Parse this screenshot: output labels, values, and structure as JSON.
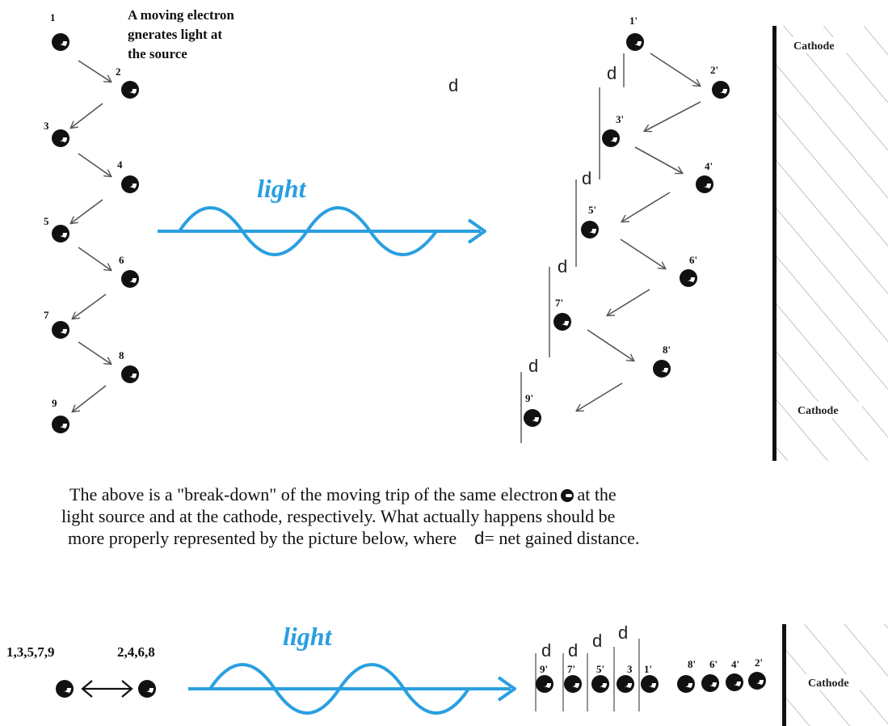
{
  "top_note": [
    "A moving electron",
    "gnerates light at",
    "the source"
  ],
  "source_labels": [
    "1",
    "2",
    "3",
    "4",
    "5",
    "6",
    "7",
    "8",
    "9"
  ],
  "cathode_labels": [
    "1'",
    "2'",
    "3'",
    "4'",
    "5'",
    "6'",
    "7'",
    "8'",
    "9'"
  ],
  "d_label": "d",
  "light_label": "light",
  "cathode_label": "Cathode",
  "caption": {
    "line1_a": "The above is a \"break-down\" of the moving trip of the same electron",
    "line1_b": "at the",
    "line2": "light source and at the cathode, respectively. What actually happens should be",
    "line3_a": "more properly represented by the picture below, where",
    "line3_d": "d",
    "line3_b": "= net gained distance."
  },
  "bottom": {
    "odd_group": "1,3,5,7,9",
    "even_group": "2,4,6,8",
    "stack_labels": [
      "9'",
      "7'",
      "5'",
      "3",
      "1'",
      "8'",
      "6'",
      "4'",
      "2'"
    ]
  },
  "colors": {
    "light": "#2a9fe0",
    "ink": "#111111",
    "electron": "#111111"
  }
}
